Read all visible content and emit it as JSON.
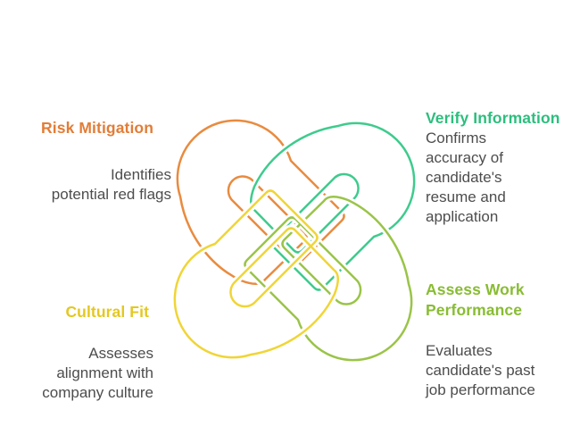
{
  "figure": {
    "type": "interlocking-hearts-knot",
    "background": "#FFFFFF"
  },
  "text_color": "#4D4D4D",
  "knot": {
    "strokes": {
      "top_left": "#E98B3F",
      "top_right": "#3ECB8D",
      "bottom_right": "#9AC448",
      "bottom_left": "#F0D536"
    }
  },
  "sections": [
    {
      "position": "top-left",
      "title": "Risk Mitigation",
      "title_color": "#E27D37",
      "desc_lines": [
        "Identifies",
        "potential red flags"
      ]
    },
    {
      "position": "top-right",
      "title": "Verify Information",
      "title_color": "#2DBE7E",
      "desc_lines": [
        "Confirms",
        "accuracy of",
        "candidate's",
        "resume and",
        "application"
      ]
    },
    {
      "position": "bottom-left",
      "title": "Cultural Fit",
      "title_color": "#E4C820",
      "desc_lines": [
        "Assesses",
        "alignment with",
        "company culture"
      ]
    },
    {
      "position": "bottom-right",
      "title": "Assess Work Performance",
      "title_color": "#89BC34",
      "desc_lines": [
        "Evaluates",
        "candidate's past",
        "job performance"
      ]
    }
  ]
}
